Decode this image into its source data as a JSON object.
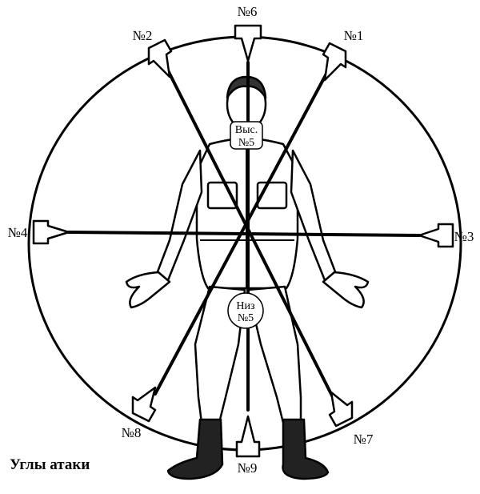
{
  "diagram": {
    "caption": "Углы атаки",
    "angles": [
      {
        "id": "1",
        "label": "№1"
      },
      {
        "id": "2",
        "label": "№2"
      },
      {
        "id": "3",
        "label": "№3"
      },
      {
        "id": "4",
        "label": "№4"
      },
      {
        "id": "6",
        "label": "№6"
      },
      {
        "id": "7",
        "label": "№7"
      },
      {
        "id": "8",
        "label": "№8"
      },
      {
        "id": "9",
        "label": "№9"
      }
    ],
    "targets": {
      "high": {
        "line1": "Выс.",
        "line2": "№5"
      },
      "low": {
        "line1": "Низ",
        "line2": "№5"
      }
    }
  }
}
